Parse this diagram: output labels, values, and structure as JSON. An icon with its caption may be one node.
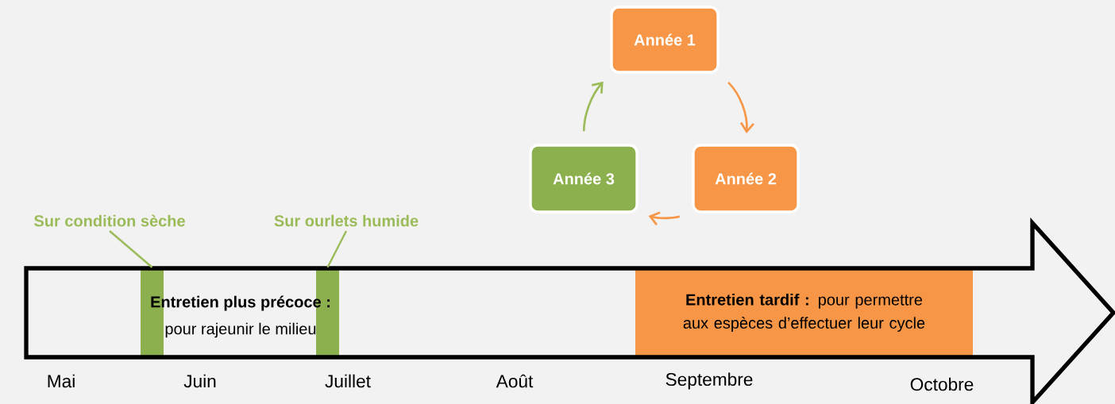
{
  "diagram": {
    "nodes": [
      {
        "text": [
          "Année 1"
        ]
      },
      {
        "text": [
          "Année 3"
        ]
      },
      {
        "text": [
          "Année 2"
        ]
      },
      {
        "text": [
          "Sur condition sèche"
        ]
      },
      {
        "text": [
          "Sur ourlets humide"
        ]
      },
      {
        "text": [
          "Entretien plus précoce :",
          "pour rajeunir le milieu"
        ]
      },
      {
        "text": [],
        "shape": "bar",
        "in": 5
      },
      {
        "text": [],
        "shape": "bar",
        "in": 5
      },
      {
        "text": [
          "**Entretien tardif :** pour permettre aux espèces d’effectuer leur cycle"
        ],
        "in": 5
      }
    ],
    "edges": [
      {
        "from": 0,
        "to": 2,
        "arrow": "to",
        "color": "#f79646"
      },
      {
        "from": 2,
        "to": 1,
        "arrow": "to",
        "color": "#f79646"
      },
      {
        "from": 1,
        "to": 0,
        "arrow": "to",
        "color": "#9bbb59"
      },
      {
        "from": 3,
        "to": 6,
        "arrow": "none",
        "color": "#9bbb59"
      },
      {
        "from": 4,
        "to": 7,
        "arrow": "none",
        "color": "#9bbb59"
      }
    ],
    "labels": [
      "Mai",
      "Juin",
      "Juillet",
      "Août",
      "Septembre",
      "Octobre"
    ]
  }
}
